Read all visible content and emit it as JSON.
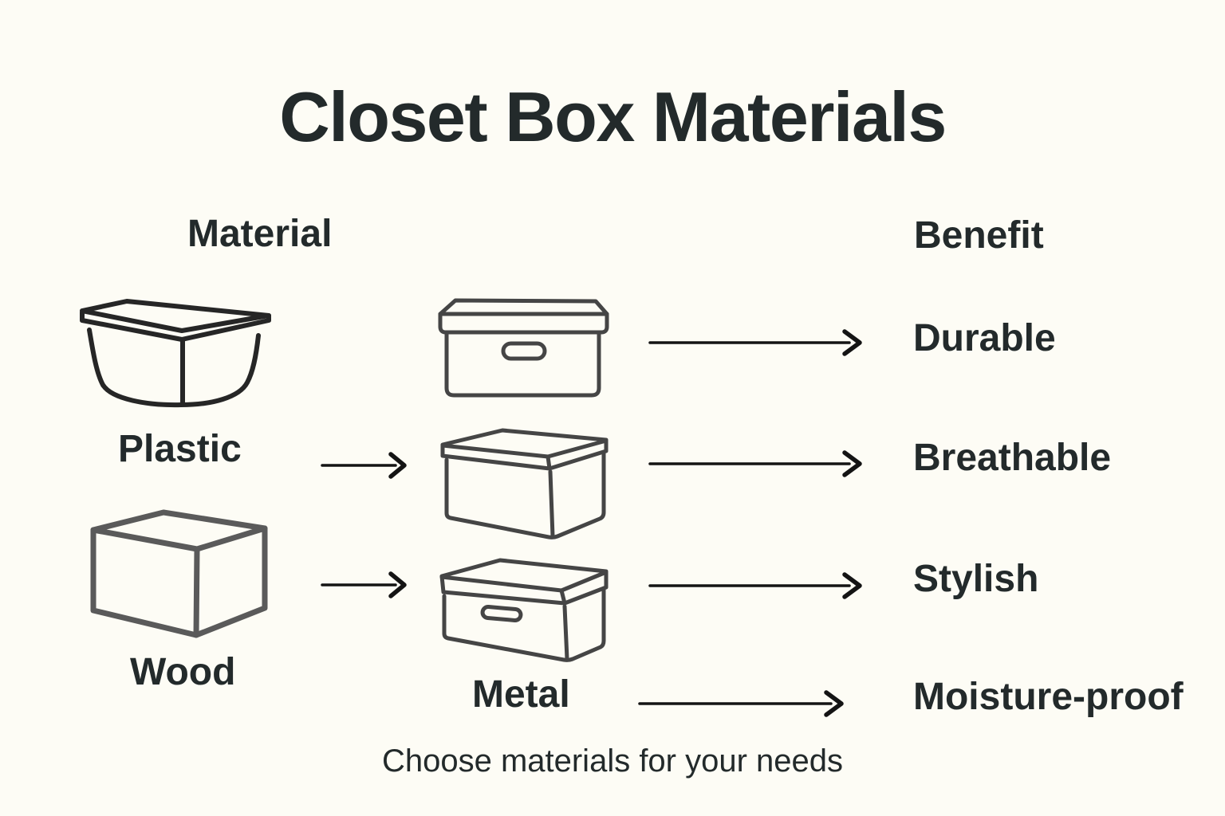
{
  "page": {
    "title": "Closet Box Materials",
    "footer": "Choose materials for your needs"
  },
  "colors": {
    "bg": "#FDFCF5",
    "ink": "#232A2B",
    "line": "#454545",
    "line-dark": "#262626",
    "line-light": "#5A5A5A",
    "arrow": "#141414"
  },
  "headers": {
    "material": "Material",
    "benefit": "Benefit"
  },
  "materials": [
    {
      "label": "Plastic",
      "icon": "plastic-tub-icon"
    },
    {
      "label": "Wood",
      "icon": "wood-cube-icon"
    },
    {
      "label": "Metal",
      "icon": "lidded-box-3d-handle-icon"
    }
  ],
  "middle_boxes": [
    {
      "icon": "lidded-box-front-icon"
    },
    {
      "icon": "lidded-box-3d-icon"
    },
    {
      "icon": "lidded-box-3d-handle-icon"
    }
  ],
  "benefits": [
    {
      "label": "Durable"
    },
    {
      "label": "Breathable"
    },
    {
      "label": "Stylish"
    },
    {
      "label": "Moisture-proof"
    }
  ],
  "connections": [
    {
      "from": "Plastic",
      "to": "middle-box-2"
    },
    {
      "from": "Wood",
      "to": "middle-box-3"
    },
    {
      "from": "middle-box-1",
      "to": "Durable"
    },
    {
      "from": "middle-box-2",
      "to": "Breathable"
    },
    {
      "from": "middle-box-3",
      "to": "Stylish"
    },
    {
      "from": "Metal",
      "to": "Moisture-proof"
    }
  ]
}
